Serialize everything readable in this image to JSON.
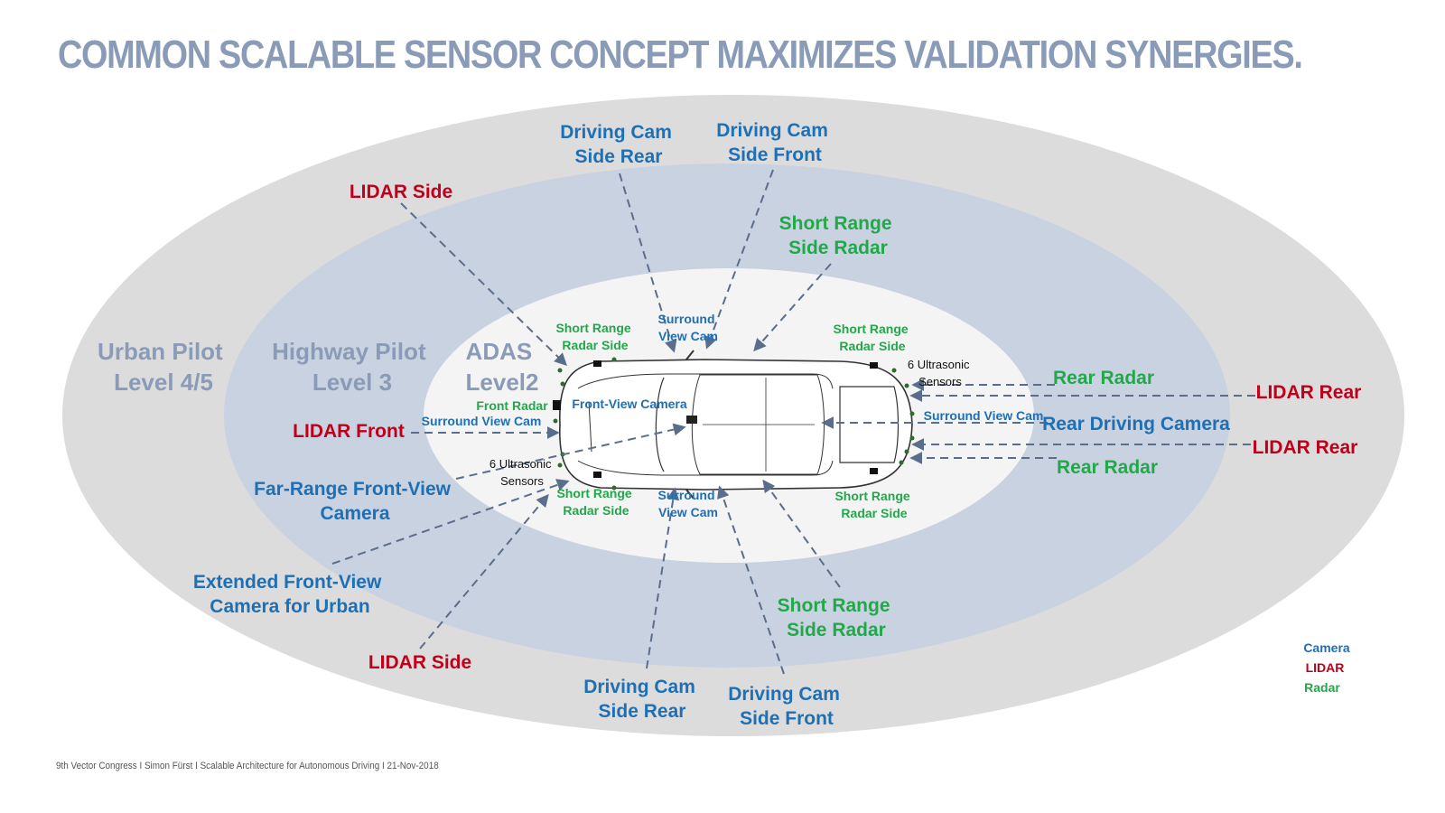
{
  "title": "COMMON SCALABLE SENSOR CONCEPT MAXIMIZES VALIDATION SYNERGIES.",
  "colors": {
    "camera": "#1f6fb5",
    "lidar": "#c0001a",
    "radar": "#22a84a",
    "zone_text": "#8a9bb8",
    "sensor_note": "#111111",
    "outer_zone": "#dcdcdc",
    "middle_zone": "#c9d2e0",
    "inner_zone": "#f4f4f4",
    "arrow": "#5a6e8c"
  },
  "zones": {
    "urban": [
      "Urban Pilot",
      "Level 4/5"
    ],
    "highway": [
      "Highway Pilot",
      "Level 3"
    ],
    "adas": [
      "ADAS",
      "Level2"
    ]
  },
  "labels": {
    "driving_cam_side_rear_top": [
      "Driving Cam",
      "Side Rear"
    ],
    "driving_cam_side_front_top": [
      "Driving Cam",
      "Side Front"
    ],
    "lidar_side_top": "LIDAR Side",
    "short_range_side_radar_top": [
      "Short Range",
      "Side Radar"
    ],
    "surround_view_cam_top": [
      "Surround",
      "View Cam"
    ],
    "short_range_radar_side_fl": [
      "Short Range",
      "Radar Side"
    ],
    "short_range_radar_side_rl": [
      "Short Range",
      "Radar Side"
    ],
    "ultrasonic_rear": [
      "6 Ultrasonic",
      "Sensors"
    ],
    "rear_radar_top": "Rear Radar",
    "lidar_rear_top": "LIDAR Rear",
    "front_radar": "Front Radar",
    "front_view_camera": "Front-View Camera",
    "surround_view_cam_front": "Surround View Cam",
    "lidar_front": "LIDAR Front",
    "surround_view_cam_rear": "Surround View Cam",
    "rear_driving_camera": "Rear Driving Camera",
    "lidar_rear_bottom": "LIDAR Rear",
    "rear_radar_bottom": "Rear Radar",
    "ultrasonic_front": [
      "6 Ultrasonic",
      "Sensors"
    ],
    "far_range_front_view_camera": [
      "Far-Range Front-View",
      "Camera"
    ],
    "short_range_radar_side_fr": [
      "Short Range",
      "Radar Side"
    ],
    "surround_view_cam_bottom": [
      "Surround",
      "View Cam"
    ],
    "short_range_radar_side_rr": [
      "Short Range",
      "Radar Side"
    ],
    "extended_front_view_camera": [
      "Extended Front-View",
      "Camera for Urban"
    ],
    "short_range_side_radar_bottom": [
      "Short Range",
      "Side Radar"
    ],
    "lidar_side_bottom": "LIDAR Side",
    "driving_cam_side_rear_bottom": [
      "Driving Cam",
      "Side Rear"
    ],
    "driving_cam_side_front_bottom": [
      "Driving Cam",
      "Side Front"
    ]
  },
  "legend": [
    "Camera",
    "LIDAR",
    "Radar"
  ],
  "footer": "9th Vector Congress I Simon Fürst I Scalable Architecture for Autonomous Driving I 21-Nov-2018"
}
